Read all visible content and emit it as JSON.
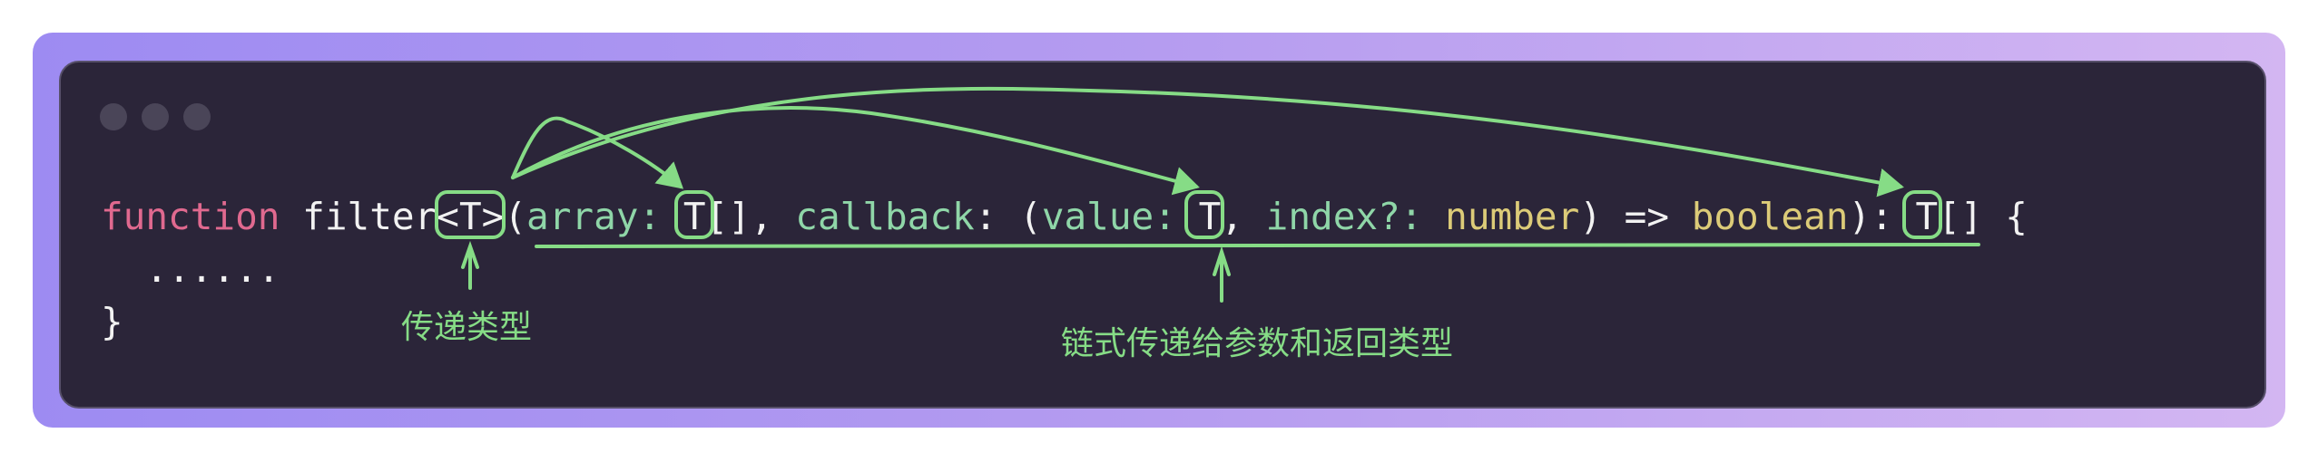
{
  "window": {
    "controls": [
      "close",
      "minimize",
      "maximize"
    ]
  },
  "code": {
    "line1": {
      "keyword": "function",
      "name": "filter",
      "generic": "<T>",
      "open_paren": "(",
      "p1": "array",
      "colon1": ": ",
      "t1": "T",
      "after_t1": "[], ",
      "p2": "callback",
      "colon2": ": (",
      "p3": "value",
      "colon3": ": ",
      "t2": "T",
      "comma": ", ",
      "p4": "index?",
      "colon4": ": ",
      "type_number": "number",
      "arrow": ") => ",
      "type_boolean": "boolean",
      "close": "): ",
      "t3": "T",
      "end": "[] {"
    },
    "line2": "  ......",
    "line3": "}"
  },
  "annotations": {
    "label_generic": "传递类型",
    "label_chain": "链式传递给参数和返回类型",
    "color": "#86dc86"
  },
  "colors": {
    "keyword": "#e0698f",
    "param": "#8fd6a8",
    "type": "#dccb78",
    "background": "#2b2539"
  }
}
